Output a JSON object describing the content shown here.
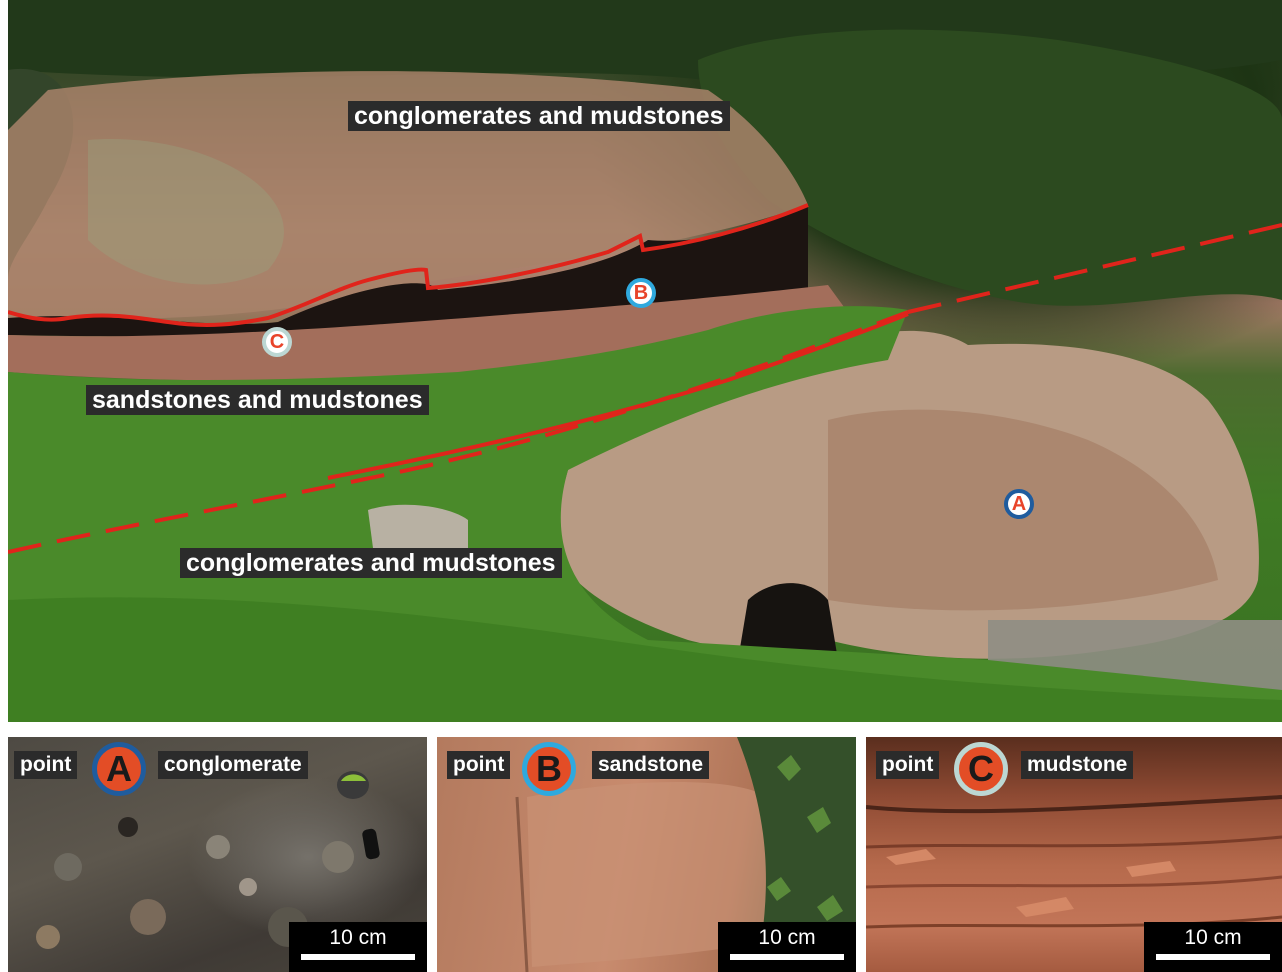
{
  "main_photo": {
    "labels": {
      "upper_unit": "conglomerates and mudstones",
      "middle_unit": "sandstones and mudstones",
      "lower_unit": "conglomerates and mudstones"
    },
    "markers": {
      "a": "A",
      "b": "B",
      "c": "C"
    },
    "colors": {
      "boundary_line": "#e0241b",
      "label_bg": "#2b2b2b",
      "marker_a_ring": "#1f5c9e",
      "marker_b_ring": "#2fa9de",
      "marker_c_ring": "#bcd7d3",
      "marker_letter": "#e8442a"
    }
  },
  "panels": [
    {
      "point_label": "point",
      "letter": "A",
      "rock": "conglomerate",
      "scale": "10 cm"
    },
    {
      "point_label": "point",
      "letter": "B",
      "rock": "sandstone",
      "scale": "10 cm"
    },
    {
      "point_label": "point",
      "letter": "C",
      "rock": "mudstone",
      "scale": "10 cm"
    }
  ]
}
